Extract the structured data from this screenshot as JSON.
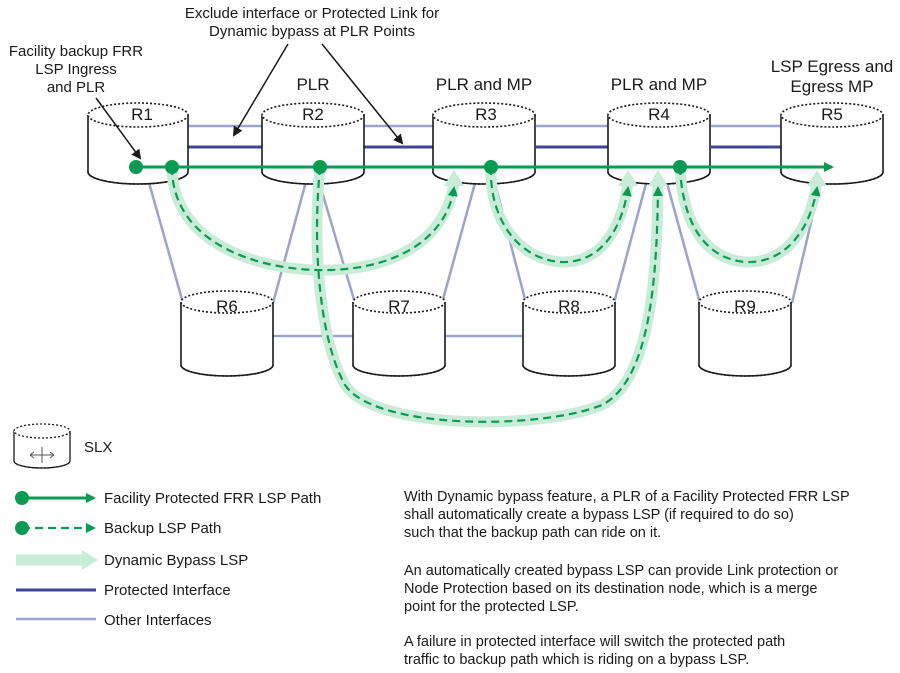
{
  "routers": {
    "r1": "R1",
    "r2": "R2",
    "r3": "R3",
    "r4": "R4",
    "r5": "R5",
    "r6": "R6",
    "r7": "R7",
    "r8": "R8",
    "r9": "R9"
  },
  "annotations": {
    "top_line1": "Exclude interface or Protected Link for",
    "top_line2": "Dynamic bypass at PLR Points",
    "ingress_line1": "Facility backup FRR",
    "ingress_line2": "LSP Ingress",
    "ingress_line3": "and PLR",
    "r2_role": "PLR",
    "r3_role": "PLR and MP",
    "r4_role": "PLR and MP",
    "r5_line1": "LSP Egress and",
    "r5_line2": "Egress MP"
  },
  "legend": {
    "slx": "SLX",
    "facility_path": "Facility Protected FRR LSP Path",
    "backup_path": "Backup LSP Path",
    "dynamic_bypass": "Dynamic Bypass LSP",
    "protected_interface": "Protected Interface",
    "other_interfaces": "Other Interfaces"
  },
  "notes": {
    "p1_l1": "With Dynamic bypass feature, a PLR of a Facility Protected FRR LSP",
    "p1_l2": "shall automatically create a bypass LSP (if required to do so)",
    "p1_l3": "such that the backup path can ride on it.",
    "p2_l1": "An automatically created bypass LSP can provide Link protection or",
    "p2_l2": "Node Protection based on its destination node, which is a merge",
    "p2_l3": "point for the protected LSP.",
    "p3_l1": "A failure in protected interface will switch the protected path",
    "p3_l2": "traffic to backup path which is riding on a bypass LSP."
  },
  "colors": {
    "primary_path": "#0a9a52",
    "backup_path": "#0a9a52",
    "bypass": "#c9ecd9",
    "protected_interface": "#3f4496",
    "other_interface": "#9da3cf"
  }
}
